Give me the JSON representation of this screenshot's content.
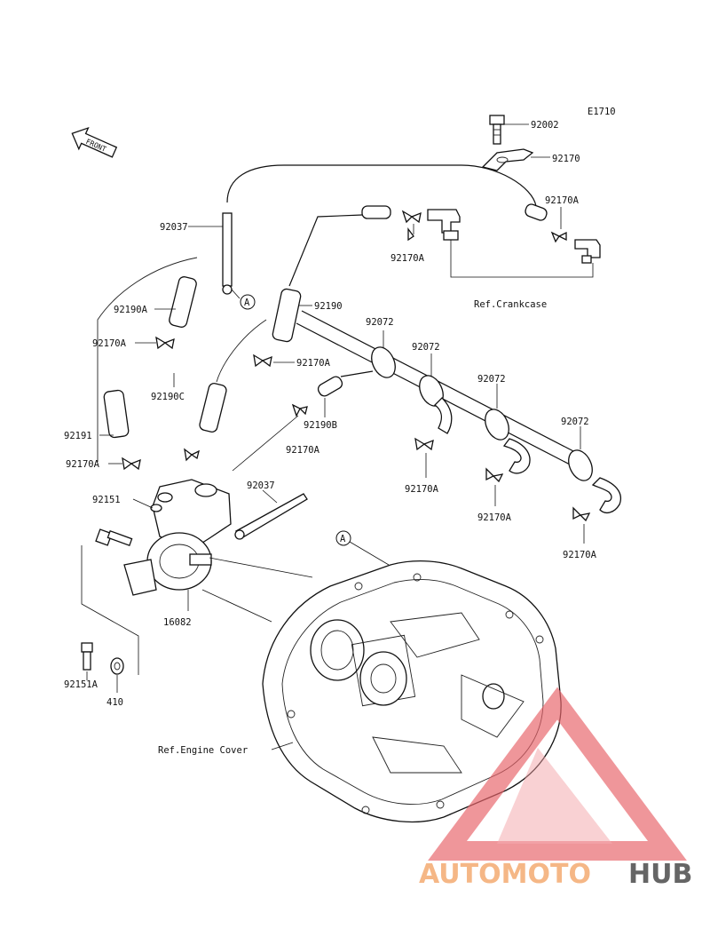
{
  "diagram_code": "E1710",
  "front_label": "FRONT",
  "ref_labels": {
    "crankcase": "Ref.Crankcase",
    "engine_cover": "Ref.Engine Cover"
  },
  "callout": "A",
  "parts": {
    "p92002": "92002",
    "p92170": "92170",
    "p92170A_top": "92170A",
    "p92170A_mid": "92170A",
    "p92037_top": "92037",
    "p92190A": "92190A",
    "p92190": "92190",
    "p92170A_left": "92170A",
    "p92170A_center": "92170A",
    "p92190C": "92190C",
    "p92190B": "92190B",
    "p92191": "92191",
    "p92170A_left2": "92170A",
    "p92170A_c2": "92170A",
    "p92151": "92151",
    "p92037_mid": "92037",
    "p92072_a": "92072",
    "p92072_b": "92072",
    "p92072_c": "92072",
    "p92072_d": "92072",
    "p92170A_r1": "92170A",
    "p92170A_r2": "92170A",
    "p92170A_r3": "92170A",
    "p16082": "16082",
    "p92151A": "92151A",
    "p410": "410"
  },
  "watermark": {
    "part1": "AUTOMOTO",
    "part2": "HUB",
    "color_light": "#f5b07a",
    "color_red": "#e8646b",
    "color_dark": "#555555"
  }
}
